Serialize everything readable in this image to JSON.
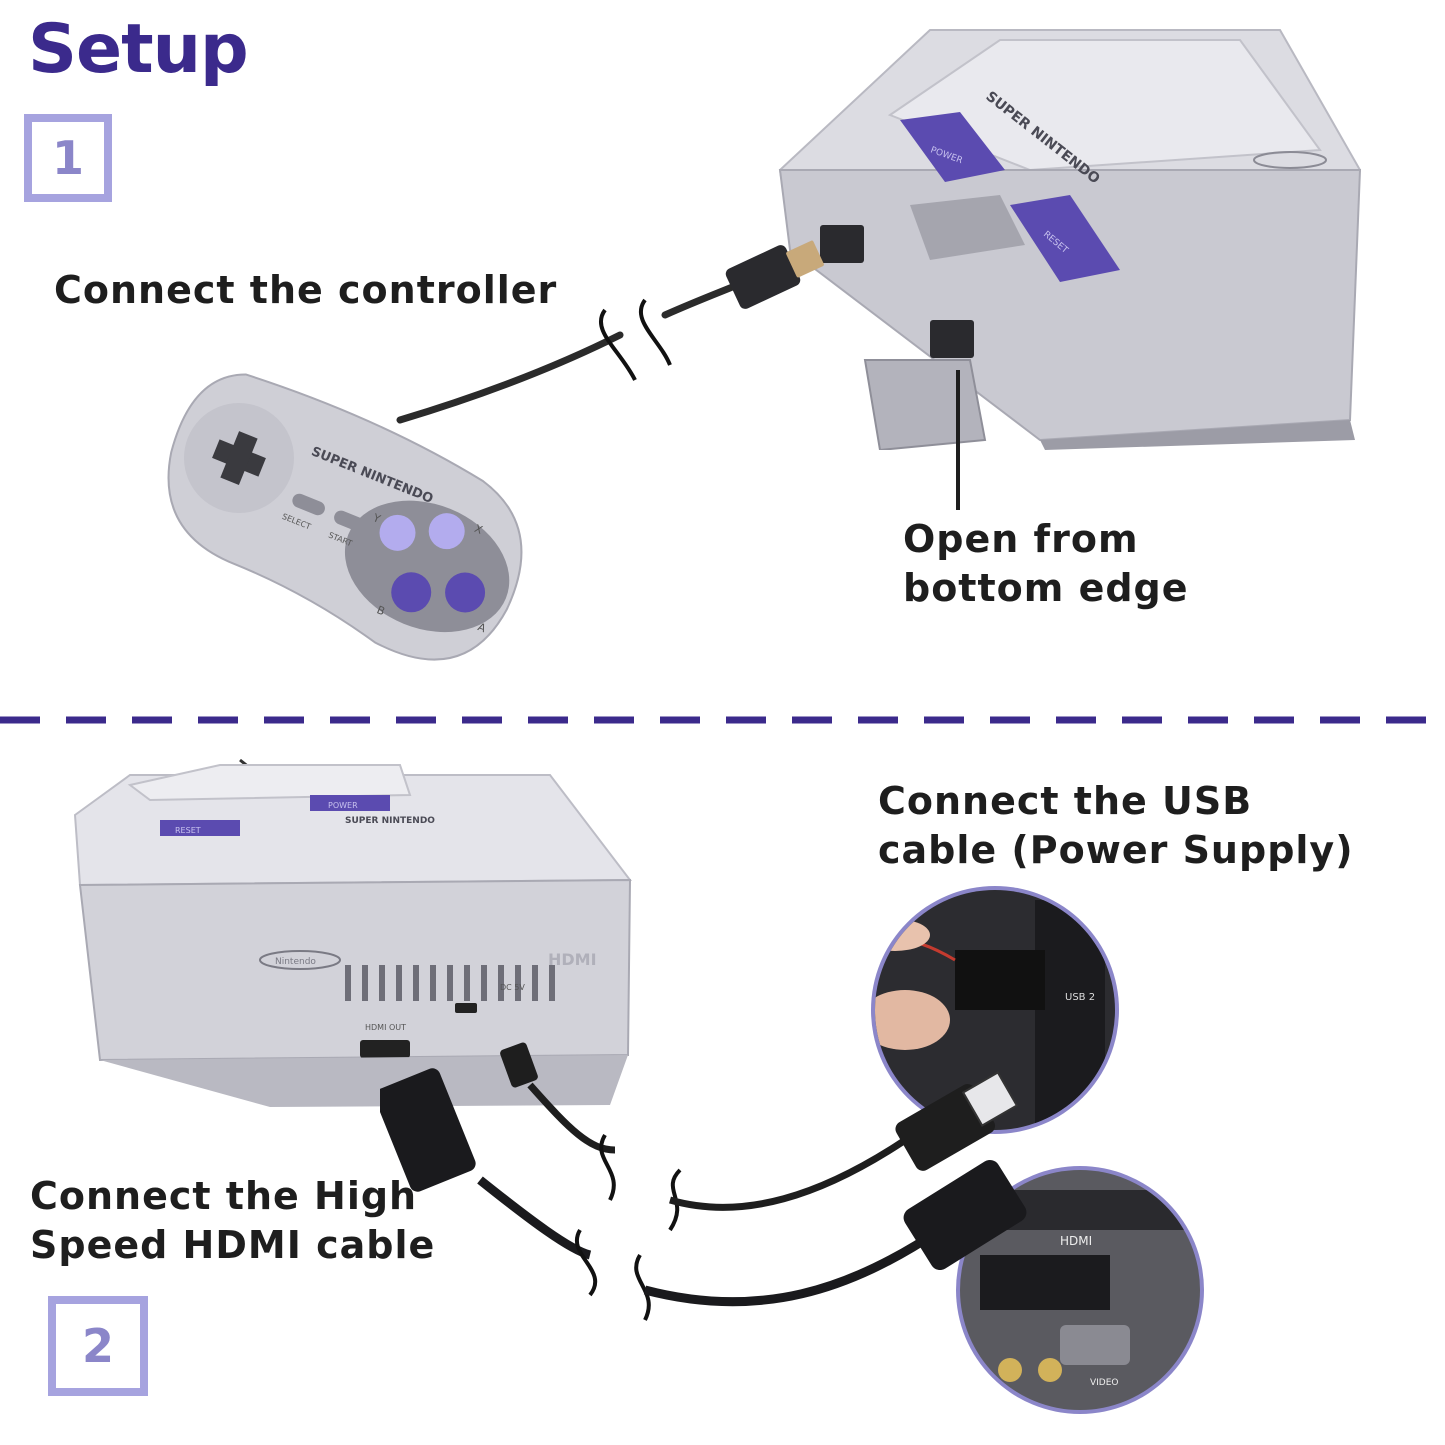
{
  "page": {
    "title": "Setup",
    "step1_number": "1",
    "step2_number": "2",
    "caption_controller": "Connect the controller",
    "caption_open_line1": "Open from",
    "caption_open_line2": "bottom edge",
    "caption_usb_line1": "Connect the USB",
    "caption_usb_line2": "cable (Power Supply)",
    "caption_hdmi_line1": "Connect the High",
    "caption_hdmi_line2": "Speed HDMI cable"
  },
  "device_labels": {
    "controller_logo": "SUPER NINTENDO",
    "select": "SELECT",
    "start": "START",
    "btn_x": "X",
    "btn_y": "Y",
    "btn_a": "A",
    "btn_b": "B",
    "power": "POWER",
    "reset": "RESET",
    "console_logo": "SUPER NINTENDO",
    "nintendo": "Nintendo",
    "hdmi_logo": "HDMI",
    "hdmi_out": "HDMI OUT",
    "dc_5v": "DC 5V",
    "usb_port": "USB 2",
    "tv_hdmi": "HDMI",
    "tv_video": "VIDEO"
  },
  "colors": {
    "accent": "#3b2a8c",
    "step_border": "#a6a3df",
    "console_gray": "#cfcfd6",
    "purple_button": "#5b4bb0"
  }
}
